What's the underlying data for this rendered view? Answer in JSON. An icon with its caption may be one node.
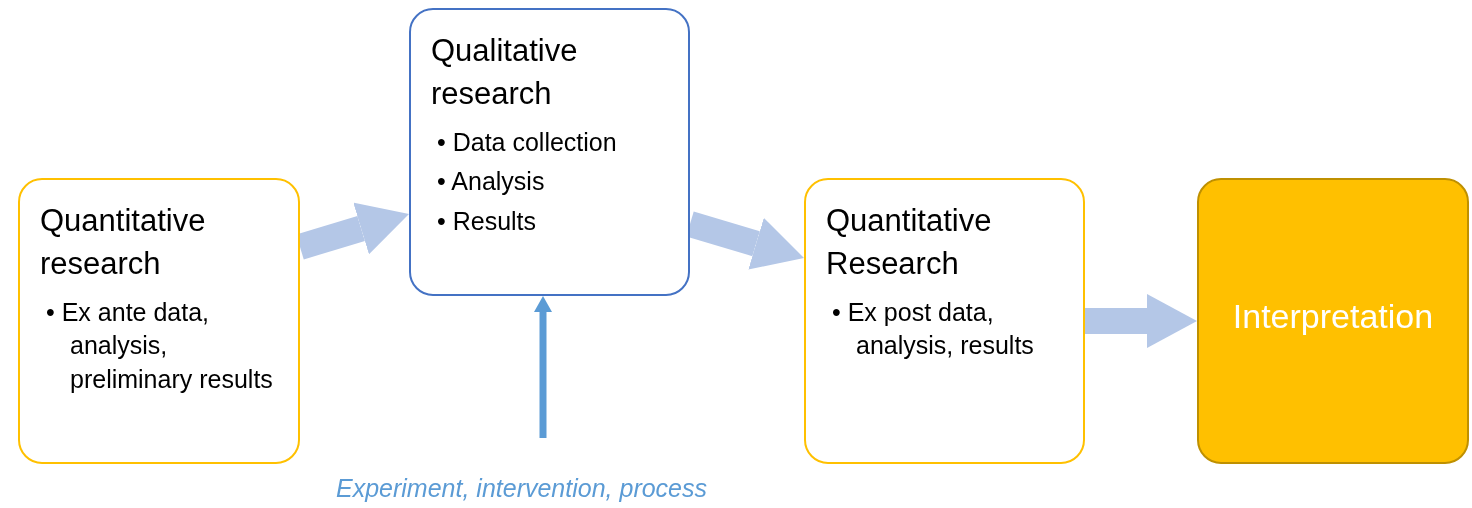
{
  "diagram": {
    "nodes": [
      {
        "text": [
          "Quantitative research",
          "• Ex ante data, analysis, preliminary results"
        ]
      },
      {
        "text": [
          "Qualitative research",
          "• Data collection",
          "• Analysis",
          "• Results"
        ]
      },
      {
        "text": [
          "Quantitative Research",
          "• Ex post data, analysis, results"
        ]
      },
      {
        "text": [
          "Interpretation"
        ]
      },
      {
        "text": [
          "Experiment, intervention, process"
        ]
      }
    ],
    "edges": [
      {
        "from": 0,
        "to": 1,
        "arrow": "to"
      },
      {
        "from": 1,
        "to": 2,
        "arrow": "to"
      },
      {
        "from": 2,
        "to": 3,
        "arrow": "to"
      },
      {
        "from": 4,
        "to": 1,
        "arrow": "to",
        "color": "#5b9bd5"
      }
    ]
  }
}
